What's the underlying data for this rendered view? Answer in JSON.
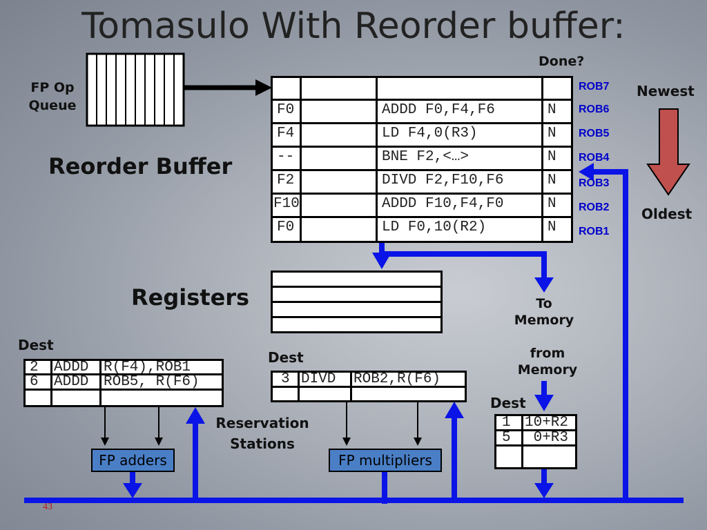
{
  "title": "Tomasulo With Reorder buffer:",
  "fp_op_queue": {
    "label_line1": "FP Op",
    "label_line2": "Queue"
  },
  "done_label": "Done?",
  "reorder_buffer": {
    "label": "Reorder Buffer",
    "rows": [
      {
        "dest": "",
        "instr": "",
        "done": "",
        "rob": "ROB7"
      },
      {
        "dest": "F0",
        "instr": "ADDD F0,F4,F6",
        "done": "N",
        "rob": "ROB6"
      },
      {
        "dest": "F4",
        "instr": "LD F4,0(R3)",
        "done": "N",
        "rob": "ROB5"
      },
      {
        "dest": "--",
        "instr": "BNE F2,<…>",
        "done": "N",
        "rob": "ROB4"
      },
      {
        "dest": "F2",
        "instr": "DIVD F2,F10,F6",
        "done": "N",
        "rob": "ROB3"
      },
      {
        "dest": "F10",
        "instr": "ADDD F10,F4,F0",
        "done": "N",
        "rob": "ROB2"
      },
      {
        "dest": "F0",
        "instr": "LD F0,10(R2)",
        "done": "N",
        "rob": "ROB1"
      }
    ]
  },
  "newest_label": "Newest",
  "oldest_label": "Oldest",
  "registers_label": "Registers",
  "to_memory": {
    "line1": "To",
    "line2": "Memory"
  },
  "from_memory": {
    "line1": "from",
    "line2": "Memory"
  },
  "adders_rs": {
    "dest_label": "Dest",
    "rows": [
      {
        "dest": "2",
        "op": "ADDD",
        "operands": "R(F4),ROB1"
      },
      {
        "dest": "6",
        "op": "ADDD",
        "operands": "ROB5, R(F6)"
      },
      {
        "dest": "",
        "op": "",
        "operands": ""
      }
    ]
  },
  "mult_rs": {
    "dest_label": "Dest",
    "rows": [
      {
        "dest": "3",
        "op": "DIVD",
        "operands": "ROB2,R(F6)"
      },
      {
        "dest": "",
        "op": "",
        "operands": ""
      }
    ]
  },
  "load_buffer": {
    "dest_label": "Dest",
    "rows": [
      {
        "dest": "1",
        "addr": "10+R2"
      },
      {
        "dest": "5",
        "addr": " 0+R3"
      },
      {
        "dest": "",
        "addr": ""
      }
    ]
  },
  "reservation_stations_label": {
    "line1": "Reservation",
    "line2": "Stations"
  },
  "fp_adders_label": "FP adders",
  "fp_multipliers_label": "FP multipliers",
  "page_number": "43",
  "colors": {
    "bus": "#0a14e6",
    "unit_fill": "#4a7fc6",
    "arrow_fill": "#c0504d",
    "rob_label": "#0000cc"
  }
}
